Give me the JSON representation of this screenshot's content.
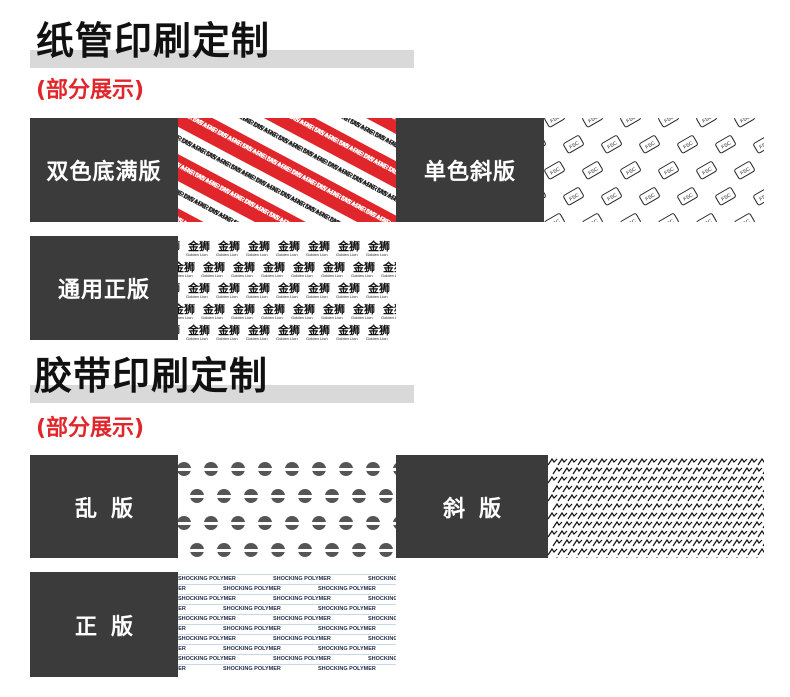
{
  "paper_section": {
    "title": "纸管印刷定制",
    "subtitle": "(部分展示)",
    "samples": [
      {
        "label": "双色底满版",
        "pattern_text": "MS HARDWARE"
      },
      {
        "label": "单色斜版",
        "pattern_text": "FSC"
      },
      {
        "label": "通用正版",
        "pattern_text": "金狮",
        "pattern_subtext": "Golden Lion"
      }
    ]
  },
  "tape_section": {
    "title": "胶带印刷定制",
    "subtitle": "(部分展示)",
    "samples": [
      {
        "label": "乱版"
      },
      {
        "label": "斜版"
      },
      {
        "label": "正版",
        "pattern_text": "SHOCKING POLYMER"
      }
    ]
  },
  "colors": {
    "label_bg": "#3b3b3b",
    "accent_red": "#e0262a",
    "title_bar": "#d9d9d9"
  }
}
